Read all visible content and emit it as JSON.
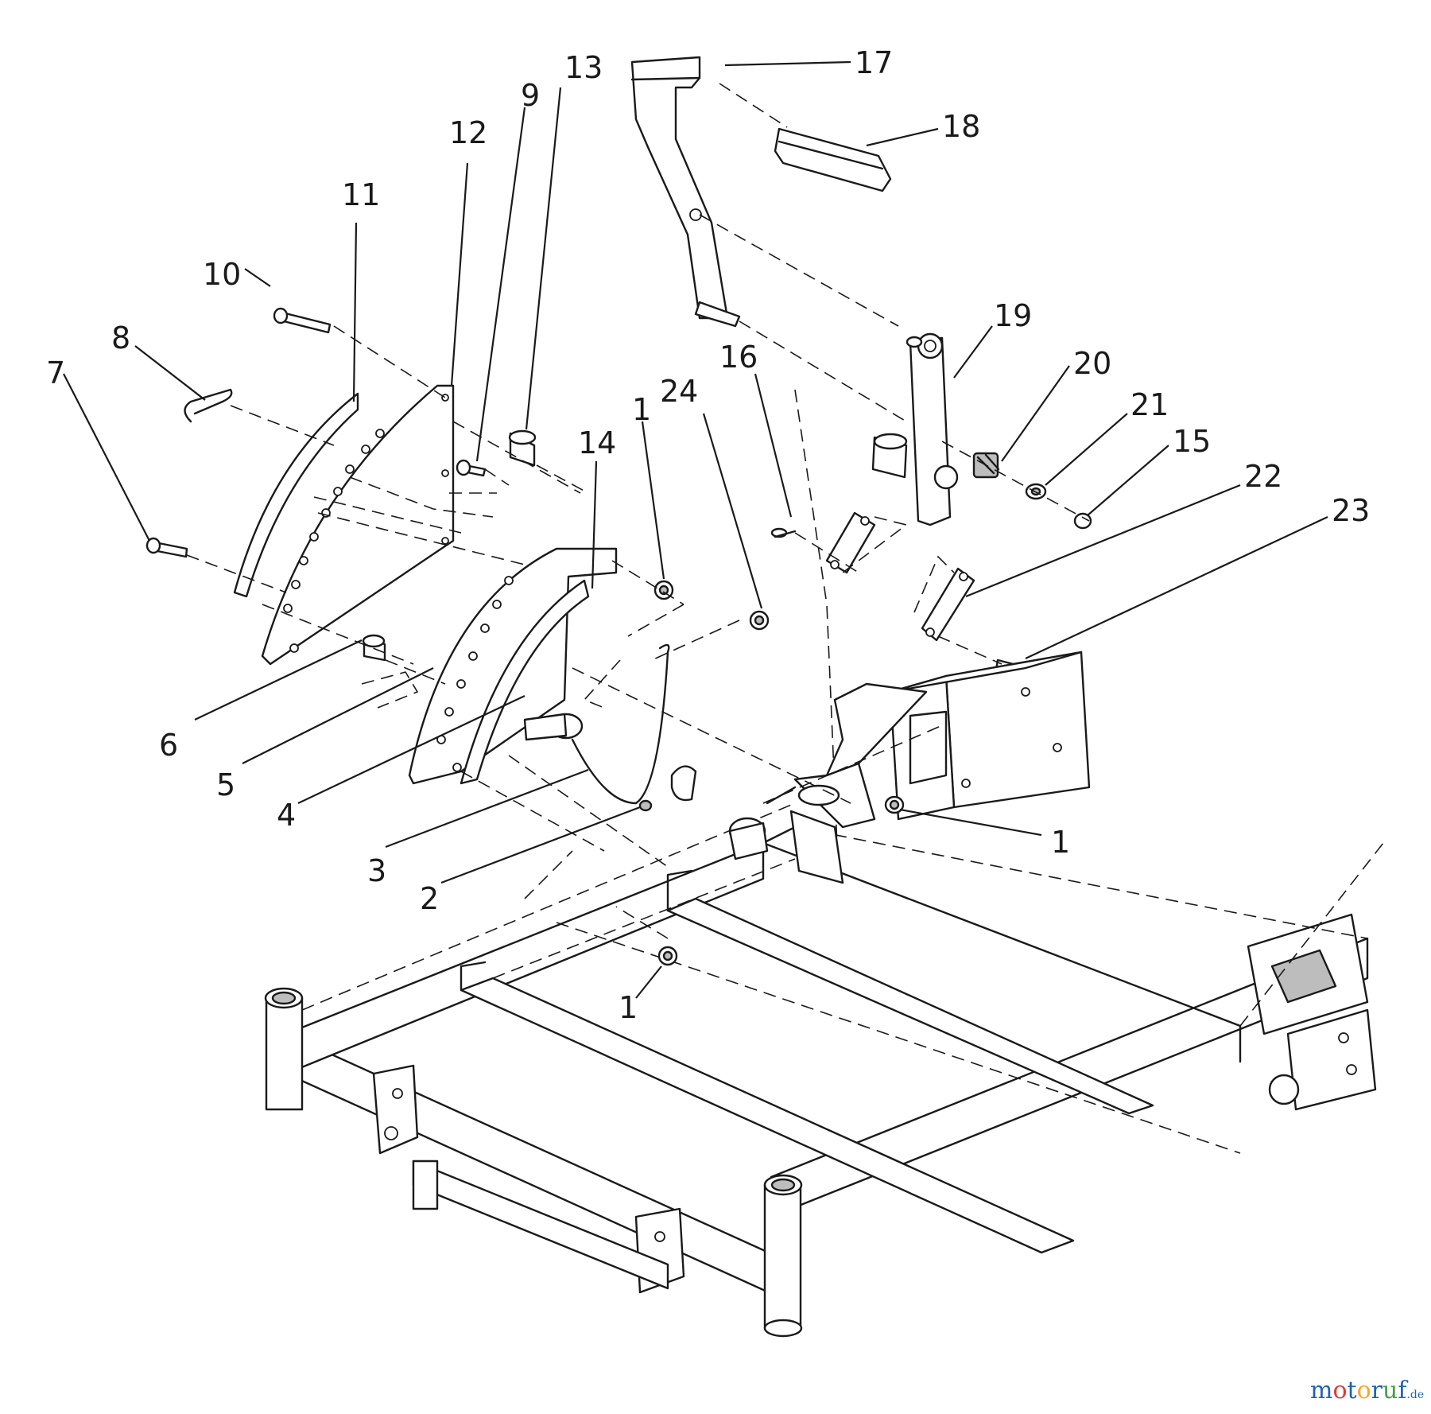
{
  "callouts": [
    {
      "id": "c1a",
      "text": "1"
    },
    {
      "id": "c1b",
      "text": "1"
    },
    {
      "id": "c1c",
      "text": "1"
    },
    {
      "id": "c2",
      "text": "2"
    },
    {
      "id": "c3",
      "text": "3"
    },
    {
      "id": "c4",
      "text": "4"
    },
    {
      "id": "c5",
      "text": "5"
    },
    {
      "id": "c6",
      "text": "6"
    },
    {
      "id": "c7",
      "text": "7"
    },
    {
      "id": "c8",
      "text": "8"
    },
    {
      "id": "c9",
      "text": "9"
    },
    {
      "id": "c10",
      "text": "10"
    },
    {
      "id": "c11",
      "text": "11"
    },
    {
      "id": "c12",
      "text": "12"
    },
    {
      "id": "c13",
      "text": "13"
    },
    {
      "id": "c14",
      "text": "14"
    },
    {
      "id": "c15",
      "text": "15"
    },
    {
      "id": "c16",
      "text": "16"
    },
    {
      "id": "c17",
      "text": "17"
    },
    {
      "id": "c18",
      "text": "18"
    },
    {
      "id": "c19",
      "text": "19"
    },
    {
      "id": "c20",
      "text": "20"
    },
    {
      "id": "c21",
      "text": "21"
    },
    {
      "id": "c22",
      "text": "22"
    },
    {
      "id": "c23",
      "text": "23"
    },
    {
      "id": "c24",
      "text": "24"
    }
  ],
  "watermark": {
    "parts": [
      {
        "text": "m",
        "color": "#1e63b4"
      },
      {
        "text": "o",
        "color": "#e53935"
      },
      {
        "text": "t",
        "color": "#1e63b4"
      },
      {
        "text": "o",
        "color": "#f9a825"
      },
      {
        "text": "r",
        "color": "#1e63b4"
      },
      {
        "text": "u",
        "color": "#43a047"
      },
      {
        "text": "f",
        "color": "#1e63b4"
      }
    ],
    "suffix": ".de"
  }
}
